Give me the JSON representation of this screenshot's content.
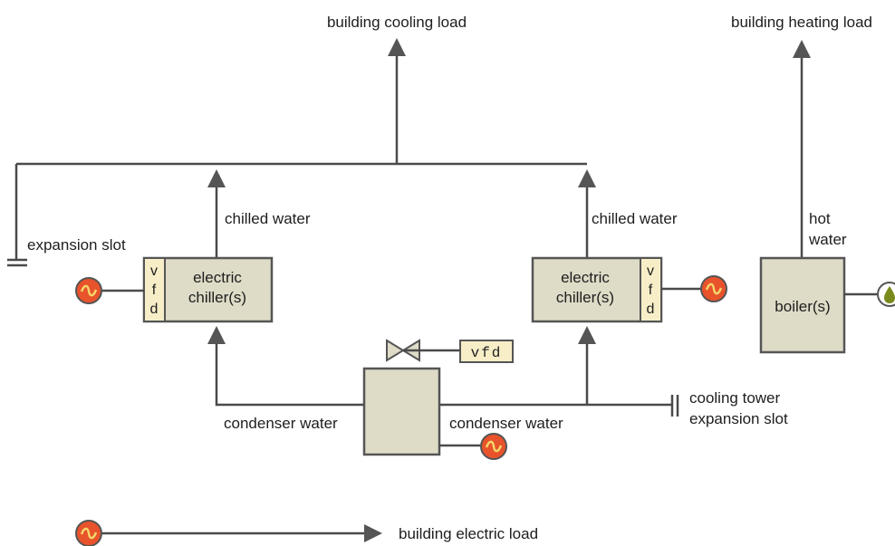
{
  "labels": {
    "building_cooling_load": "building cooling load",
    "building_heating_load": "building heating load",
    "chilled_water_left": "chilled water",
    "chilled_water_right": "chilled water",
    "expansion_slot": "expansion slot",
    "hot_water_line1": "hot",
    "hot_water_line2": "water",
    "condenser_water_left": "condenser water",
    "condenser_water_right": "condenser water",
    "cooling_tower_line1": "cooling tower",
    "cooling_tower_line2": "expansion slot",
    "building_electric_load": "building electric load"
  },
  "boxes": {
    "chiller_left": {
      "line1": "electric",
      "line2": "chiller(s)"
    },
    "chiller_right": {
      "line1": "electric",
      "line2": "chiller(s)"
    },
    "boiler": {
      "label": "boiler(s)"
    }
  },
  "vfd": {
    "left": [
      "v",
      "f",
      "d"
    ],
    "right": [
      "v",
      "f",
      "d"
    ],
    "pump": "vfd"
  },
  "icons": {
    "electric_source": "electric-source-icon",
    "fuel_source": "fuel-drop-icon",
    "valve": "valve-icon",
    "ground": "ground-icon"
  },
  "colors": {
    "equipment_fill": "#dedbc7",
    "vfd_fill": "#f7eec8",
    "electric_source": "#e8532b",
    "fuel_drop": "#7a8a1c",
    "line": "#4a4a4a"
  }
}
